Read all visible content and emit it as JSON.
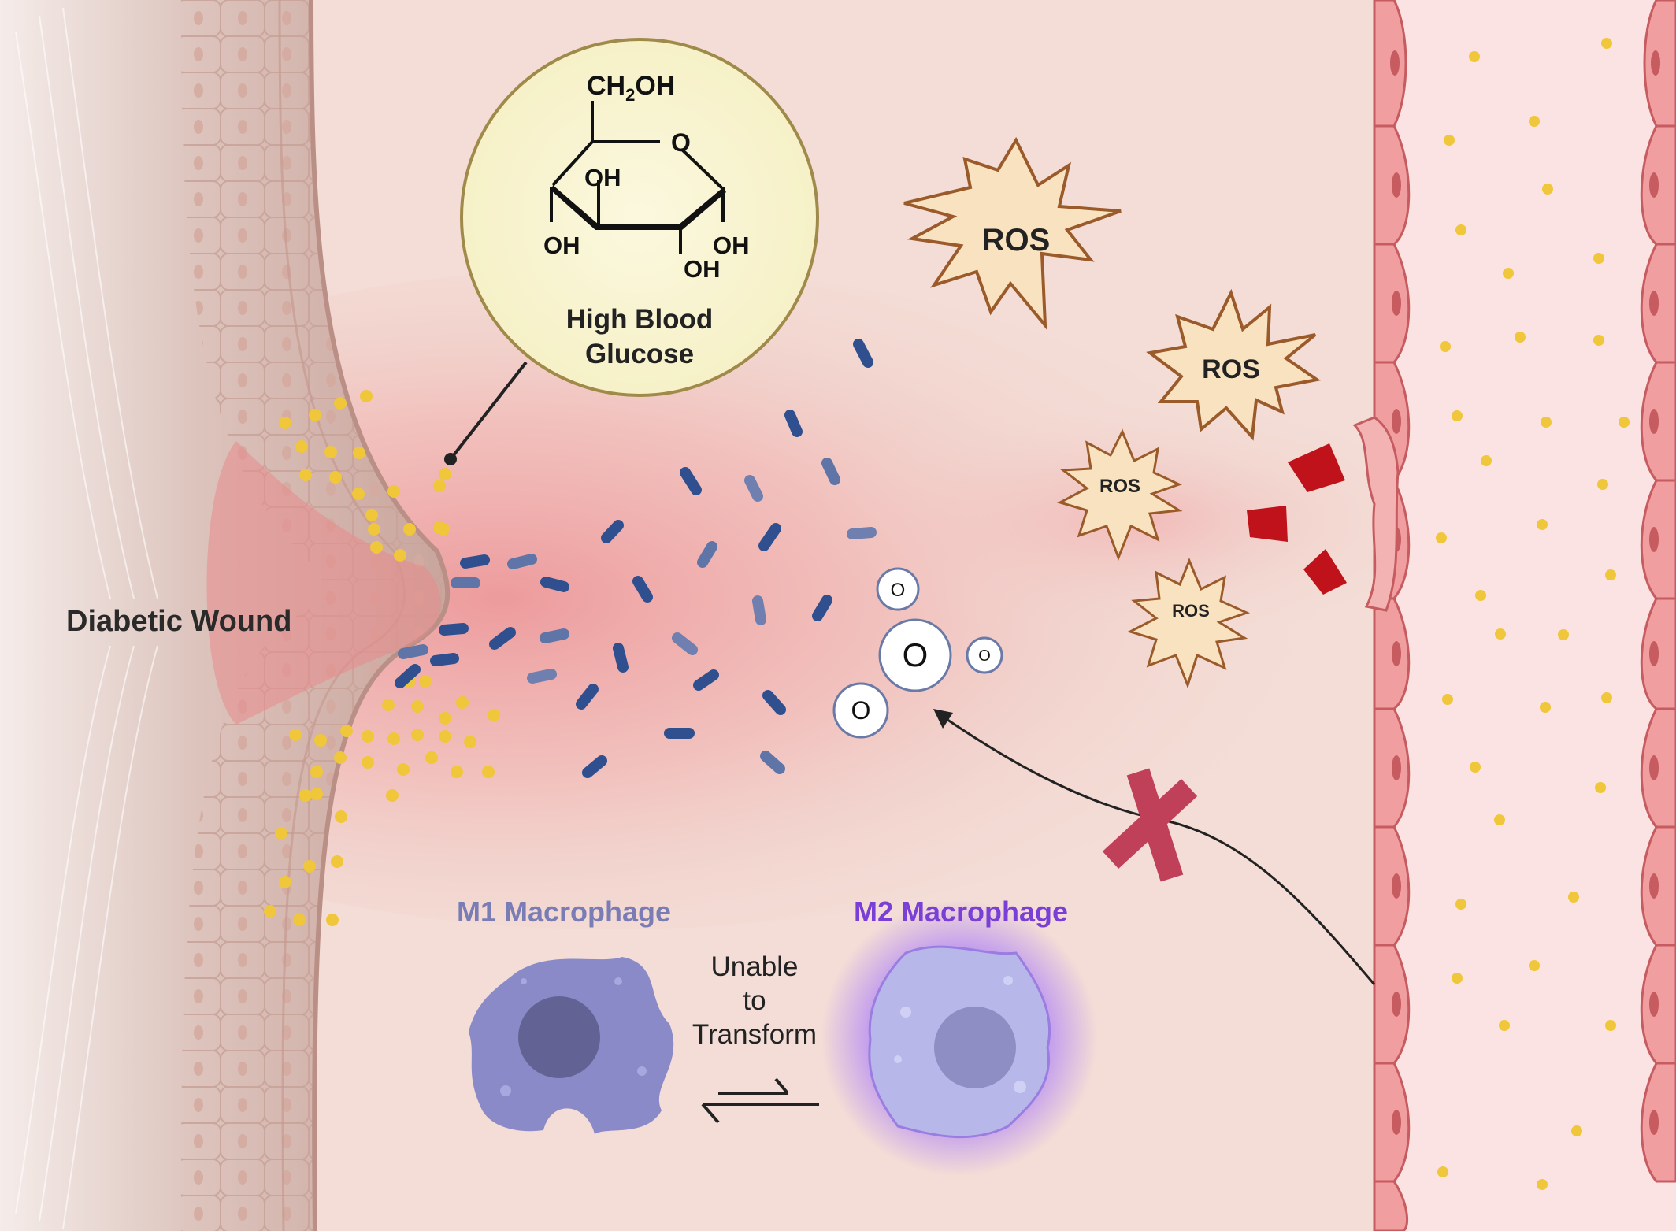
{
  "labels": {
    "diabetic_wound": "Diabetic Wound",
    "high_blood_glucose_line1": "High Blood",
    "high_blood_glucose_line2": "Glucose",
    "m1_macrophage": "M1 Macrophage",
    "m2_macrophage": "M2 Macrophage",
    "unable_line1": "Unable",
    "unable_line2": "to",
    "unable_line3": "Transform",
    "ros": "ROS",
    "oxygen": "O"
  },
  "glucose_structure": {
    "ch2oh": "CH2OH",
    "ring_o": "O",
    "oh": "OH"
  },
  "colors": {
    "tissue_background": "#f3ddd6",
    "wound_inflammation": "#e8868a",
    "glucose_dot": "#f0c63a",
    "bacteria": "#2f4f8f",
    "ros_fill": "#f9e2c0",
    "ros_stroke": "#9a5a2a",
    "vessel_fill": "#fbe3e3",
    "endothelial_cell": "#f19ea0",
    "m1_cell": "#8a8ac8",
    "m2_cell": "#b8b7ea",
    "m2_glow": "#a070ff",
    "blocked_x": "#c0405a",
    "damage_fragment": "#c0121a"
  },
  "icons": [
    "glucose-molecule-icon",
    "bacteria-icon",
    "ros-star-icon",
    "oxygen-bubble-icon",
    "macrophage-cell-icon",
    "blocked-x-icon",
    "equilibrium-arrows-icon"
  ]
}
